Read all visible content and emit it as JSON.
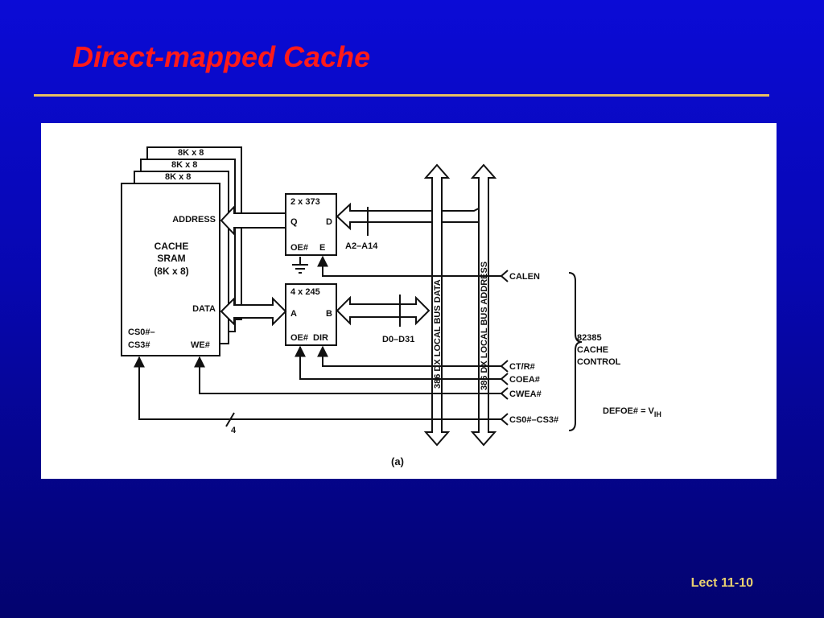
{
  "slide": {
    "title": "Direct-mapped Cache",
    "footer": "Lect 11-10"
  },
  "colors": {
    "background": "#0707b0",
    "title": "#ff1a1a",
    "rule": "#e8c060",
    "footer": "#e8d070"
  },
  "diagram": {
    "sram": {
      "stack_labels": [
        "8K x 8",
        "8K x 8",
        "8K x 8"
      ],
      "name_line1": "CACHE",
      "name_line2": "SRAM",
      "name_line3": "(8K x 8)",
      "address_label": "ADDRESS",
      "data_label": "DATA",
      "cs_line1": "CS0#–",
      "cs_line2": "CS3#",
      "we_label": "WE#"
    },
    "latch": {
      "name": "2 x 373",
      "q": "Q",
      "d": "D",
      "oe": "OE#",
      "e": "E"
    },
    "transceiver": {
      "name": "4 x 245",
      "a": "A",
      "b": "B",
      "oe": "OE#",
      "dir": "DIR"
    },
    "address_bus_label": "A2–A14",
    "data_bus_label": "D0–D31",
    "local_bus_data": "386 DX LOCAL BUS DATA",
    "local_bus_address": "386 DX LOCAL BUS ADDRESS",
    "signals": [
      "CALEN",
      "CT/R#",
      "COEA#",
      "CWEA#",
      "CS0#–CS3#"
    ],
    "controller_line1": "82385",
    "controller_line2": "CACHE",
    "controller_line3": "CONTROL",
    "defoe_label": "DEFOE# = V",
    "defoe_sub": "IH",
    "bus_width": "4",
    "caption": "(a)"
  }
}
